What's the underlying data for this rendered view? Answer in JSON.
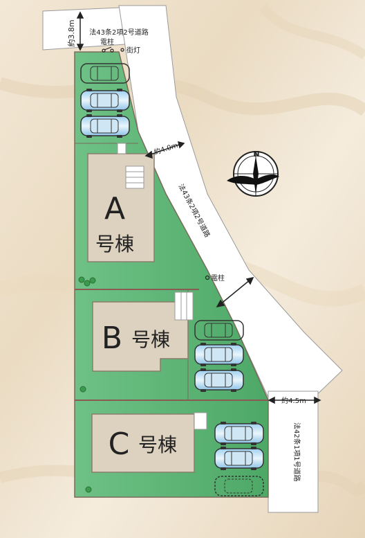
{
  "map": {
    "road_top": {
      "vertical_label": "法43条2項2号道路",
      "width_label": "約3.8m"
    },
    "road_diagonal": {
      "vertical_label": "法43条2項2号道路",
      "width_label": "約4.0m"
    },
    "road_right": {
      "vertical_label": "法42条1項1号道路",
      "width_label": "約4.5m"
    },
    "utility_pole_label": "電柱",
    "street_light_label": "街灯",
    "pole_mid_label": "電柱",
    "compass_label": "N",
    "buildings": [
      {
        "id": "A",
        "letter": "A",
        "suffix": "号棟"
      },
      {
        "id": "B",
        "letter": "B",
        "suffix": "号棟"
      },
      {
        "id": "C",
        "letter": "C",
        "suffix": "号棟"
      }
    ],
    "colors": {
      "lot_green": "#5fb878",
      "building_beige": "#ddd2bf",
      "road_white": "#ffffff",
      "marble_base": "#f0e5d2"
    }
  }
}
